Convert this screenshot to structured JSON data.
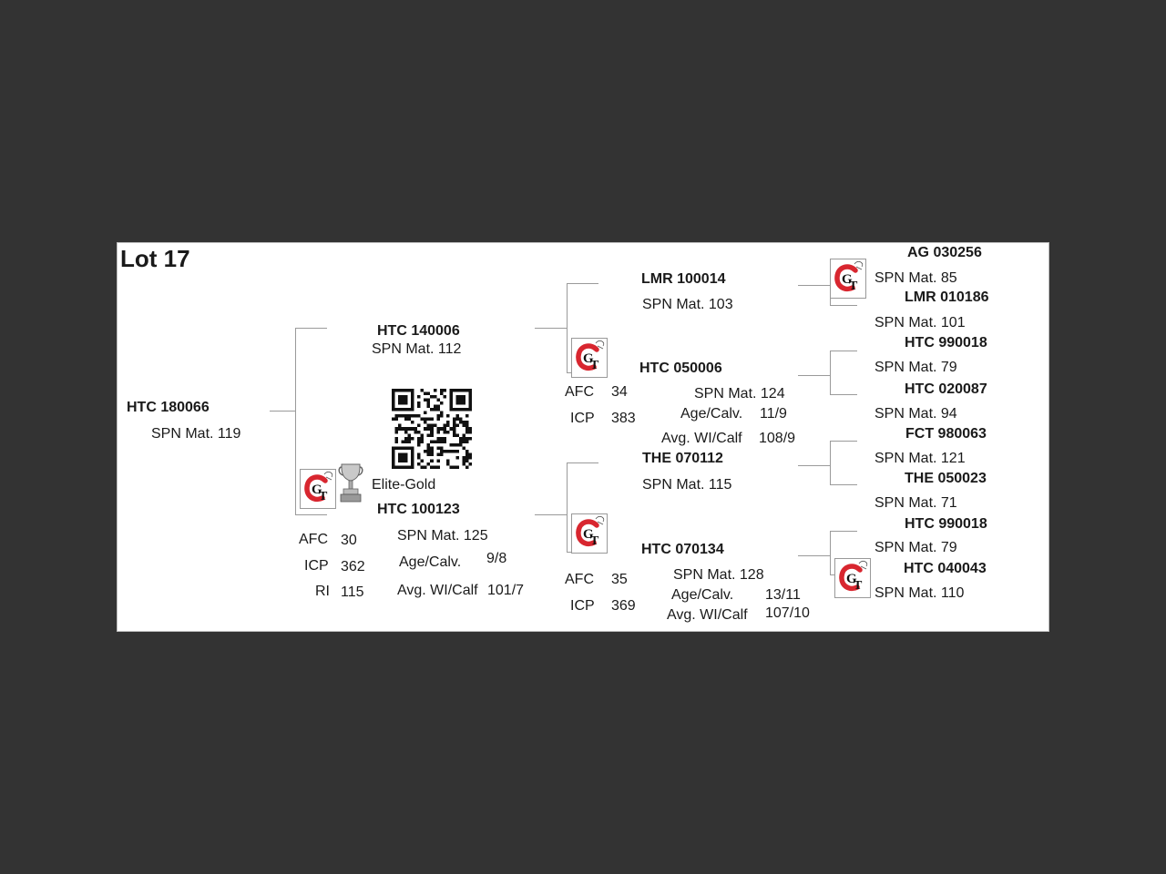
{
  "lot": {
    "title": "Lot 17"
  },
  "subject": {
    "id": "HTC 180066",
    "spn": "SPN Mat. 119"
  },
  "award": {
    "label": "Elite-Gold"
  },
  "sire": {
    "id": "HTC 140006",
    "spn": "SPN Mat. 112"
  },
  "dam": {
    "id": "HTC 100123",
    "spn": "SPN Mat. 125",
    "afc_label": "AFC",
    "afc": "30",
    "icp_label": "ICP",
    "icp": "362",
    "ri_label": "RI",
    "ri": "115",
    "age_label": "Age/Calv.",
    "age": "9/8",
    "wi_label": "Avg. WI/Calf",
    "wi": "101/7"
  },
  "ss": {
    "id": "LMR 100014",
    "spn": "SPN Mat. 103"
  },
  "sd": {
    "id": "HTC 050006",
    "spn": "SPN Mat. 124",
    "afc_label": "AFC",
    "afc": "34",
    "icp_label": "ICP",
    "icp": "383",
    "age_label": "Age/Calv.",
    "age": "11/9",
    "wi_label": "Avg. WI/Calf",
    "wi": "108/9"
  },
  "ds": {
    "id": "THE 070112",
    "spn": "SPN Mat. 115"
  },
  "dd": {
    "id": "HTC 070134",
    "spn": "SPN Mat. 128",
    "afc_label": "AFC",
    "afc": "35",
    "icp_label": "ICP",
    "icp": "369",
    "age_label": "Age/Calv.",
    "age": "13/11",
    "wi_label": "Avg. WI/Calf",
    "wi": "107/10"
  },
  "g": [
    {
      "id": "AG  030256",
      "spn": "SPN Mat. 85"
    },
    {
      "id": "LMR 010186",
      "spn": "SPN Mat. 101"
    },
    {
      "id": "HTC 990018",
      "spn": "SPN Mat. 79"
    },
    {
      "id": "HTC 020087",
      "spn": "SPN Mat. 94"
    },
    {
      "id": "FCT 980063",
      "spn": "SPN Mat. 121"
    },
    {
      "id": "THE 050023",
      "spn": "SPN Mat. 71"
    },
    {
      "id": "HTC 990018",
      "spn": "SPN Mat. 79"
    },
    {
      "id": "HTC 040043",
      "spn": "SPN Mat. 110"
    }
  ],
  "colors": {
    "logo_red": "#d8262f",
    "background": "#333333",
    "card": "#ffffff"
  }
}
